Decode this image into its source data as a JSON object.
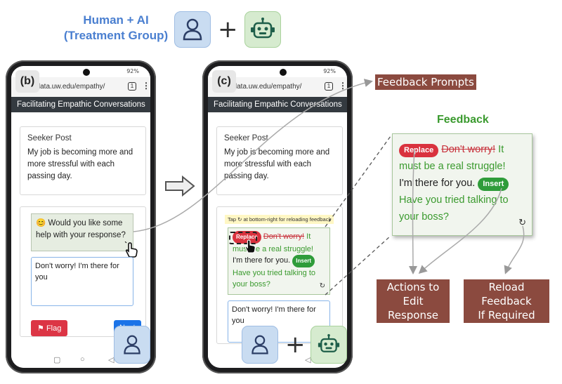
{
  "header": {
    "title_line1": "Human + AI",
    "title_line2": "(Treatment Group)",
    "plus": "+"
  },
  "panel_b": {
    "label": "(b)",
    "url": "bdata.uw.edu/empathy/",
    "tab_count": "1",
    "app_title": "Facilitating Empathic Conversations",
    "seeker_heading": "Seeker Post",
    "seeker_text": "My job is becoming more and more stressful with each passing day.",
    "prompt_emoji": "😊",
    "prompt_text": "Would you like some help with your response?",
    "response_text": "Don't worry! I'm there for you",
    "flag_label": "Flag",
    "next_label": "Next",
    "status": "92%"
  },
  "panel_c": {
    "label": "(c)",
    "url": "bdata.uw.edu/empathy/",
    "tab_count": "1",
    "app_title": "Facilitating Empathic Conversations",
    "seeker_heading": "Seeker Post",
    "seeker_text": "My job is becoming more and more stressful with each passing day.",
    "tip_text": "Tap ↻ at bottom-right for reloading feedback",
    "replace_label": "Replace",
    "struck_text": "Don't worry!",
    "replacement_text": "It must be a real struggle!",
    "plain_text": "I'm there for you.",
    "insert_label": "Insert",
    "insert_text": "Have you tried talking to your boss?",
    "response_text": "Don't worry! I'm there for you",
    "status": "92%"
  },
  "feedback_zoom": {
    "title": "Feedback",
    "replace_label": "Replace",
    "struck_text": "Don't worry!",
    "replacement_text": "It must be a real struggle!",
    "plain_text": "I'm there for you.",
    "insert_label": "Insert",
    "insert_text": "Have you tried talking to your boss?"
  },
  "callouts": {
    "feedback_prompts": "Feedback Prompts",
    "actions_line1": "Actions to Edit",
    "actions_line2": "Response",
    "reload_line1": "Reload Feedback",
    "reload_line2": "If Required"
  },
  "colors": {
    "human_tile": "#c9dcf1",
    "robot_tile": "#d6ebcf",
    "callout_bg": "#8b4a3f",
    "feedback_green": "#3a9a2e",
    "replace_red": "#d9323e"
  },
  "icons": [
    "person-icon",
    "robot-icon",
    "arrow-right-icon",
    "cursor-hand-icon",
    "reload-icon",
    "flag-icon"
  ]
}
